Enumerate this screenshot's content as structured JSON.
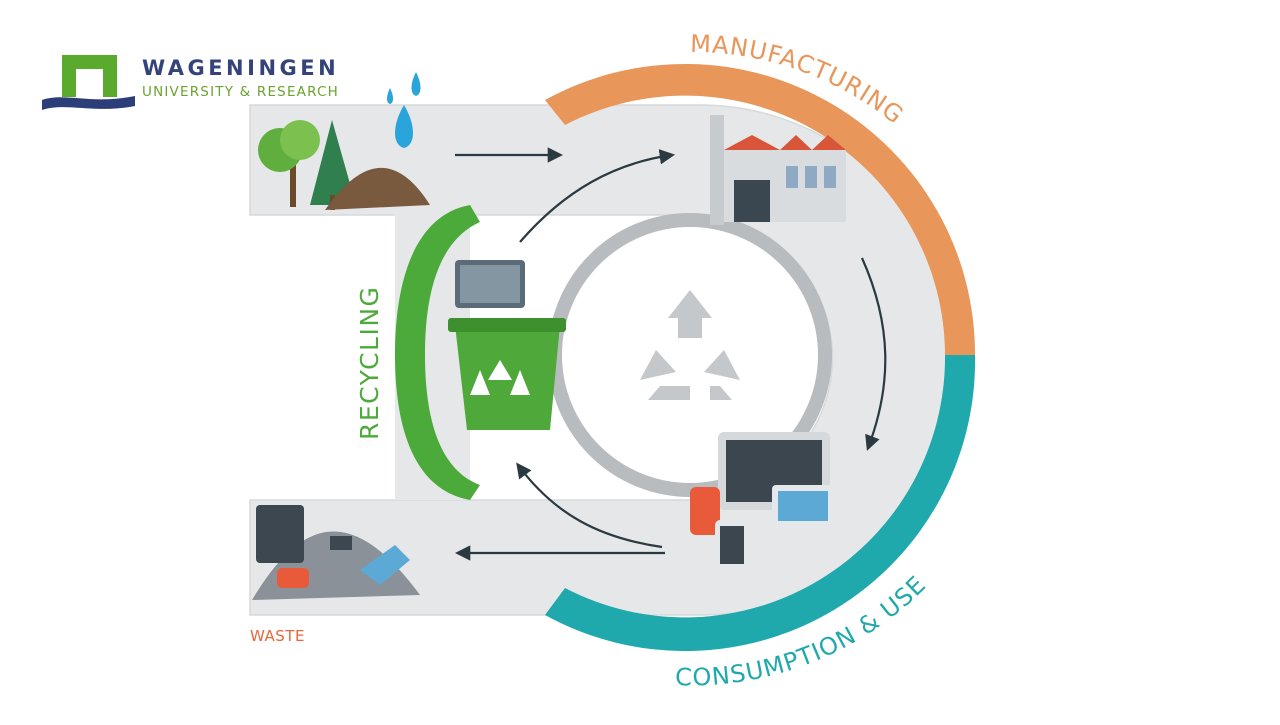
{
  "logo": {
    "name": "WAGENINGEN",
    "subtitle": "UNIVERSITY & RESEARCH"
  },
  "stages": {
    "manufacturing": "MANUFACTURING",
    "consumption": "CONSUMPTION & USE",
    "recycling": "RECYCLING",
    "waste": "WASTE"
  },
  "colors": {
    "manufacturing": "#e8965a",
    "consumption": "#1fa9ac",
    "recycling": "#4caa3a",
    "waste": "#e8663b",
    "logo_green": "#5aaa2e",
    "logo_navy": "#2c3e79",
    "track": "#e6e7e8",
    "inner_ring": "#b8bcbf",
    "arrow": "#2b3a40"
  },
  "icons": [
    "water-drops-icon",
    "trees-icon",
    "soil-heap-icon",
    "factory-icon",
    "recycle-symbol-icon",
    "recycle-bin-icon",
    "devices-icon",
    "waste-pile-icon"
  ]
}
